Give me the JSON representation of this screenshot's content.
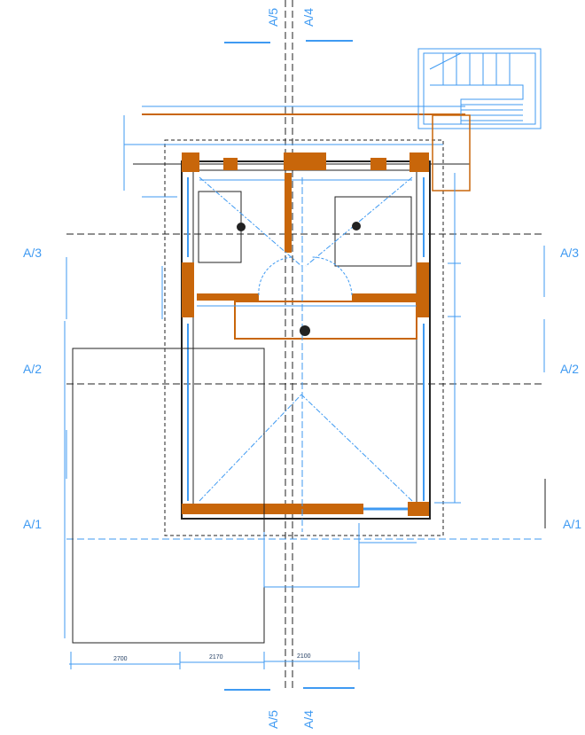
{
  "title": "Floor plan drawing",
  "axes": {
    "vertical": [
      "A/5",
      "A/4"
    ],
    "horizontal": [
      "A/3",
      "A/2",
      "A/1"
    ]
  },
  "dimensions": {
    "bottom": [
      "2700",
      "2170",
      "2100"
    ]
  },
  "colors": {
    "dimension": "#3f9af2",
    "wall": "#c8660a",
    "line": "#222222"
  }
}
